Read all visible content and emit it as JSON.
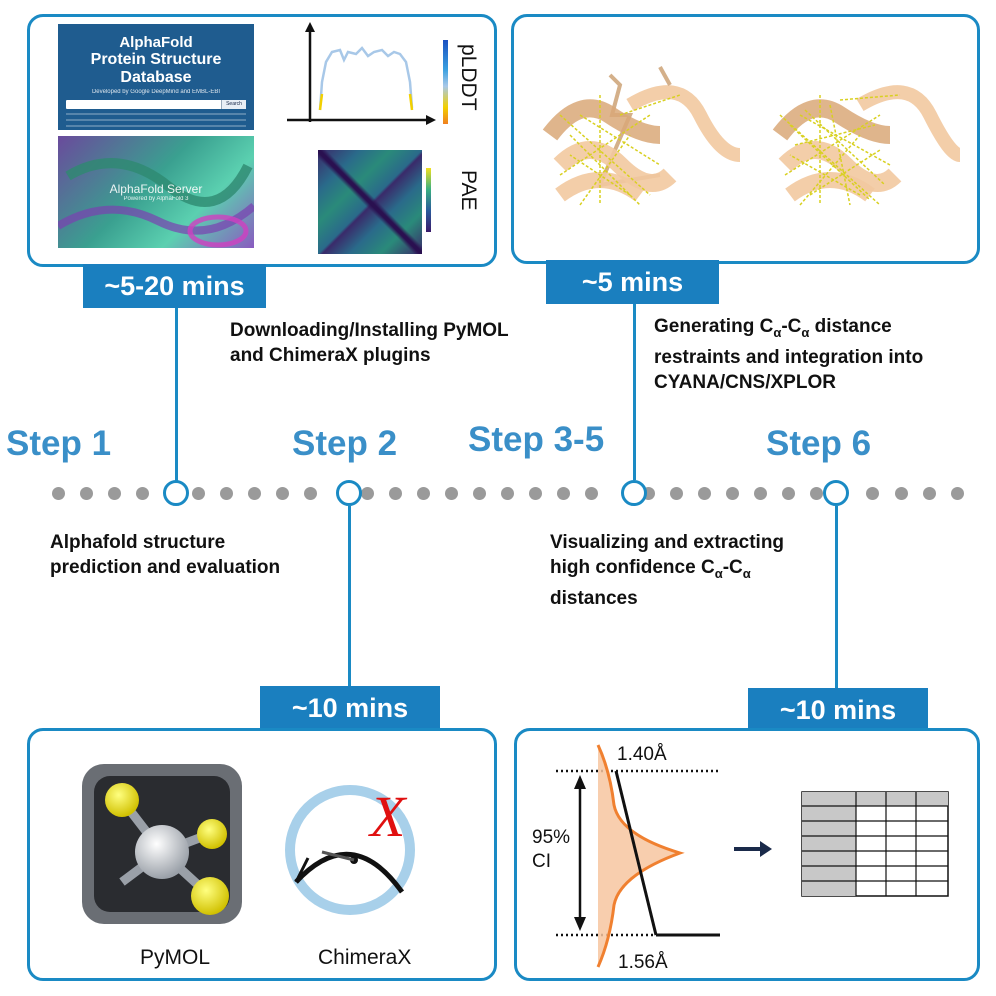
{
  "steps": {
    "s1": "Step 1",
    "s2": "Step 2",
    "s35": "Step 3-5",
    "s6": "Step 6"
  },
  "times": {
    "t1": "~5-20 mins",
    "t2": "~10 mins",
    "t35": "~5 mins",
    "t6": "~10 mins"
  },
  "descriptions": {
    "d1_line1": "Alphafold structure",
    "d1_line2": "prediction and evaluation",
    "d2_line1": "Downloading/Installing PyMOL",
    "d2_line2": "and ChimeraX plugins",
    "d35_line1_pre": "Generating C",
    "d35_line1_mid": "-C",
    "d35_line1_post": " distance",
    "d35_line2": "restraints and integration into",
    "d35_line3": "CYANA/CNS/XPLOR",
    "d6_line1": "Visualizing and extracting",
    "d6_line2_pre": "high confidence C",
    "d6_line2_mid": "-C",
    "d6_line3": "distances",
    "alpha": "α"
  },
  "panel1": {
    "db_title1": "AlphaFold",
    "db_title2": "Protein Structure Database",
    "db_sub": "Developed by Google DeepMind and EMBL-EBI",
    "db_search": "Search",
    "server_title": "AlphaFold Server",
    "server_sub": "Powered by AlphaFold 3",
    "plddt_label": "pLDDT",
    "pae_label": "PAE"
  },
  "panel2": {
    "pymol": "PyMOL",
    "chimerax": "ChimeraX",
    "chimerax_glyph": "X"
  },
  "panel4": {
    "top_value": "1.40Å",
    "bottom_value": "1.56Å",
    "ci_line1": "95%",
    "ci_line2": "CI"
  },
  "colors": {
    "accent": "#1a7fbf",
    "step_text": "#3a8fc8",
    "protein": "#f2c9a0",
    "restraint": "#e8e020",
    "distribution": "#f08030"
  }
}
